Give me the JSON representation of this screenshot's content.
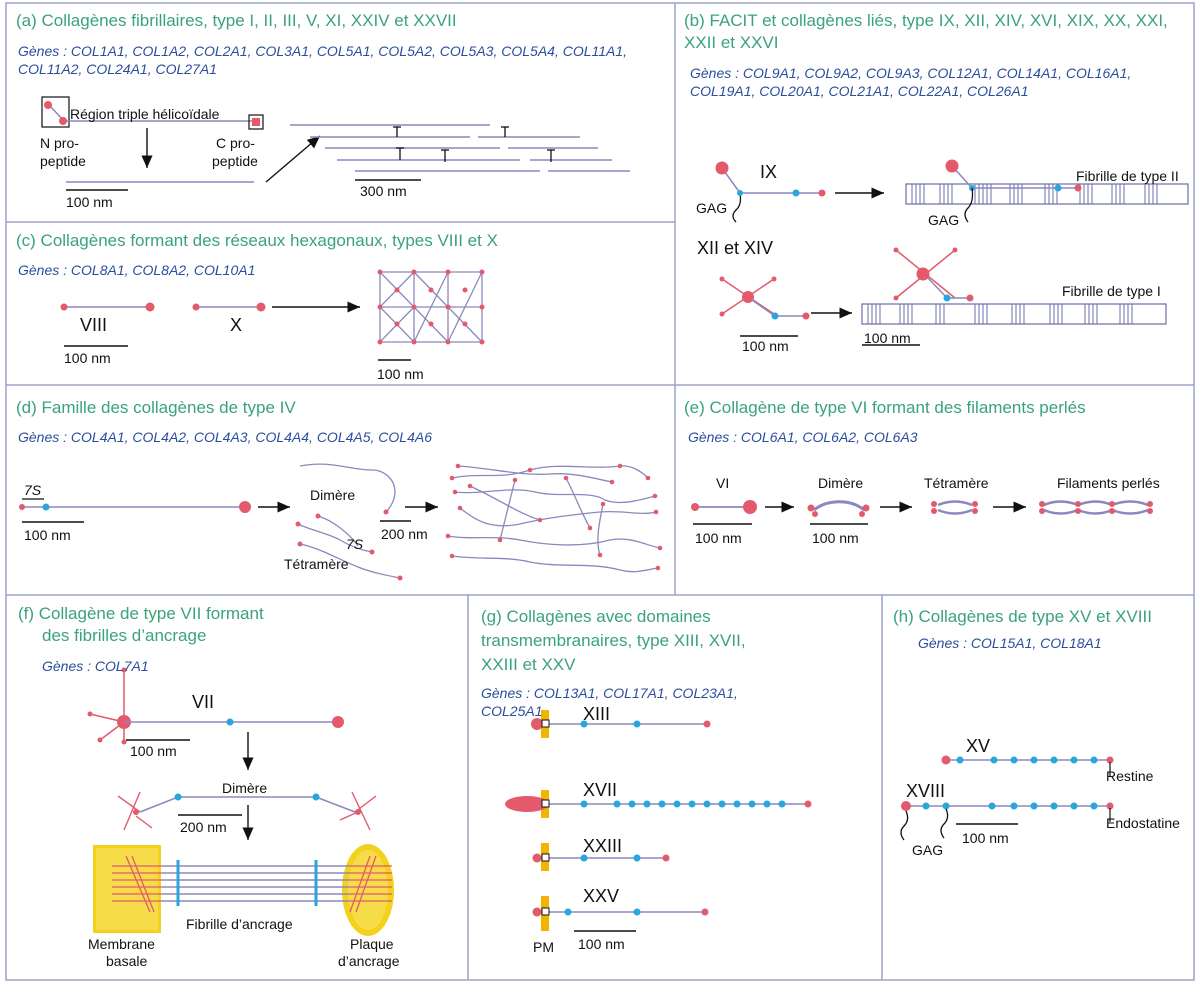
{
  "colors": {
    "title": "#3aa37a",
    "genes": "#2a4e9c",
    "node": "#e25a6b",
    "blue": "#2aa6df",
    "line": "#8c87bf",
    "divider": "#9ea3cc",
    "gold": "#f2c200"
  },
  "a": {
    "title": "(a) Collagènes fibrillaires, type I, II, III, V, XI, XXIV et XXVII",
    "genes": "Gènes : COL1A1, COL1A2, COL2A1, COL3A1, COL5A1, COL5A2, COL5A3, COL5A4, COL11A1, COL11A2, COL24A1, COL27A1",
    "region": "Région triple hélicoïdale",
    "n_pro": "N pro-",
    "n_pep": "peptide",
    "c_pro": "C pro-",
    "c_pep": "peptide",
    "scale1": "100 nm",
    "scale2": "300 nm"
  },
  "b": {
    "title": "(b) FACIT et collagènes liés, type IX, XII, XIV, XVI, XIX, XX, XXI, XXII et XXVI",
    "genes": "Gènes : COL9A1, COL9A2, COL9A3, COL12A1, COL14A1, COL16A1, COL19A1, COL20A1, COL21A1, COL22A1, COL26A1",
    "ix": "IX",
    "gag1": "GAG",
    "gag2": "GAG",
    "fib2": "Fibrille de type II",
    "xii": "XII et XIV",
    "fib1": "Fibrille de type I",
    "scale1": "100 nm",
    "scale2": "100 nm"
  },
  "c": {
    "title": "(c) Collagènes formant des réseaux hexagonaux, types VIII et X",
    "genes": "Gènes : COL8A1, COL8A2, COL10A1",
    "viii": "VIII",
    "x": "X",
    "scale1": "100 nm",
    "scale2": "100 nm"
  },
  "d": {
    "title": "(d) Famille des collagènes de type IV",
    "genes": "Gènes : COL4A1, COL4A2, COL4A3, COL4A4, COL4A5, COL4A6",
    "s7a": "7S",
    "s7b": "7S",
    "scale1": "100 nm",
    "dimer": "Dimère",
    "tetramer": "Tétramère",
    "scale2": "200 nm"
  },
  "e": {
    "title": "(e) Collagène de type VI formant des filaments perlés",
    "genes": "Gènes : COL6A1, COL6A2, COL6A3",
    "vi": "VI",
    "dimer": "Dimère",
    "tetramer": "Tétramère",
    "beaded": "Filaments perlés",
    "scale1": "100 nm",
    "scale2": "100 nm"
  },
  "f": {
    "title1": "(f) Collagène de type VII formant",
    "title2": "des fibrilles d’ancrage",
    "genes": "Gènes : COL7A1",
    "vii": "VII",
    "scale1": "100 nm",
    "dimer": "Dimère",
    "scale2": "200 nm",
    "fibril": "Fibrille d’ancrage",
    "mem1": "Membrane",
    "mem2": "basale",
    "pl1": "Plaque",
    "pl2": "d’ancrage"
  },
  "g": {
    "title1": "(g) Collagènes avec domaines",
    "title2": "transmembranaires, type XIII, XVII,",
    "title3": "XXIII et XXV",
    "genes1": "Gènes : COL13A1, COL17A1, COL23A1,",
    "genes2": "COL25A1",
    "xiii": "XIII",
    "xvii": "XVII",
    "xxiii": "XXIII",
    "xxv": "XXV",
    "pm": "PM",
    "scale": "100 nm"
  },
  "h": {
    "title": "(h) Collagènes de type XV et XVIII",
    "genes": "Gènes : COL15A1, COL18A1",
    "xv": "XV",
    "restine": "Restine",
    "xviii": "XVIII",
    "endostatine": "Endostatine",
    "gag": "GAG",
    "scale": "100 nm"
  }
}
